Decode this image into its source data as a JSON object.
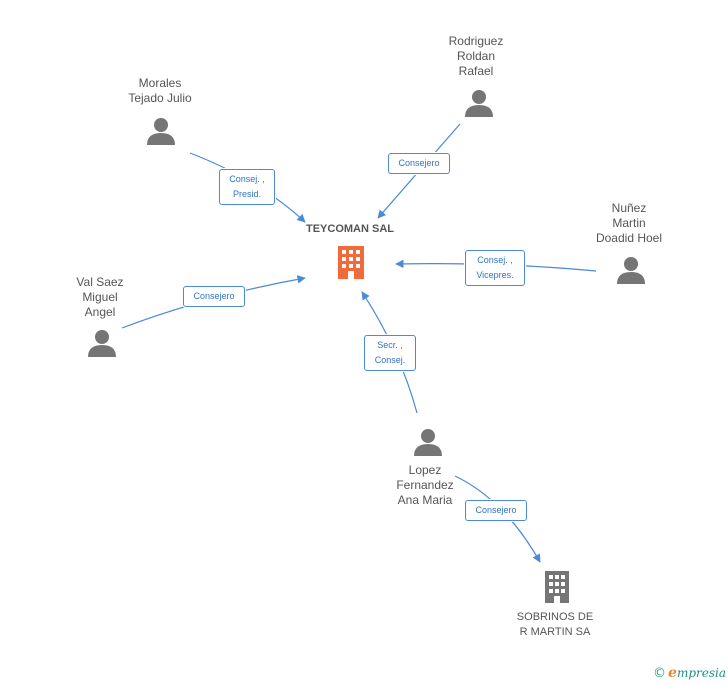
{
  "main": {
    "label": "TEYCOMAN SAL",
    "color": "#f26a3a"
  },
  "people": [
    {
      "id": "morales",
      "label": "Morales\nTejado Julio"
    },
    {
      "id": "rodriguez",
      "label": "Rodriguez\nRoldan\nRafael"
    },
    {
      "id": "nunez",
      "label": "Nuñez\nMartin\nDoadid Hoel"
    },
    {
      "id": "valsaez",
      "label": "Val Saez\nMiguel\nAngel"
    },
    {
      "id": "lopez",
      "label": "Lopez\nFernandez\nAna Maria"
    }
  ],
  "companies": [
    {
      "id": "sobrinos",
      "label": "SOBRINOS DE\nR MARTIN SA"
    }
  ],
  "edges": [
    {
      "id": "morales",
      "label": "Consej. ,\nPresid."
    },
    {
      "id": "rodriguez",
      "label": "Consejero"
    },
    {
      "id": "nunez",
      "label": "Consej. ,\nVicepres."
    },
    {
      "id": "valsaez",
      "label": "Consejero"
    },
    {
      "id": "lopez-main",
      "label": "Secr. ,\nConsej."
    },
    {
      "id": "lopez-sobrinos",
      "label": "Consejero"
    }
  ],
  "footer": {
    "copyright": "©",
    "brand_initial": "e",
    "brand_rest": "mpresia"
  },
  "colors": {
    "edge": "#4a8ad6",
    "person_icon": "#757575",
    "company_icon": "#757575"
  }
}
